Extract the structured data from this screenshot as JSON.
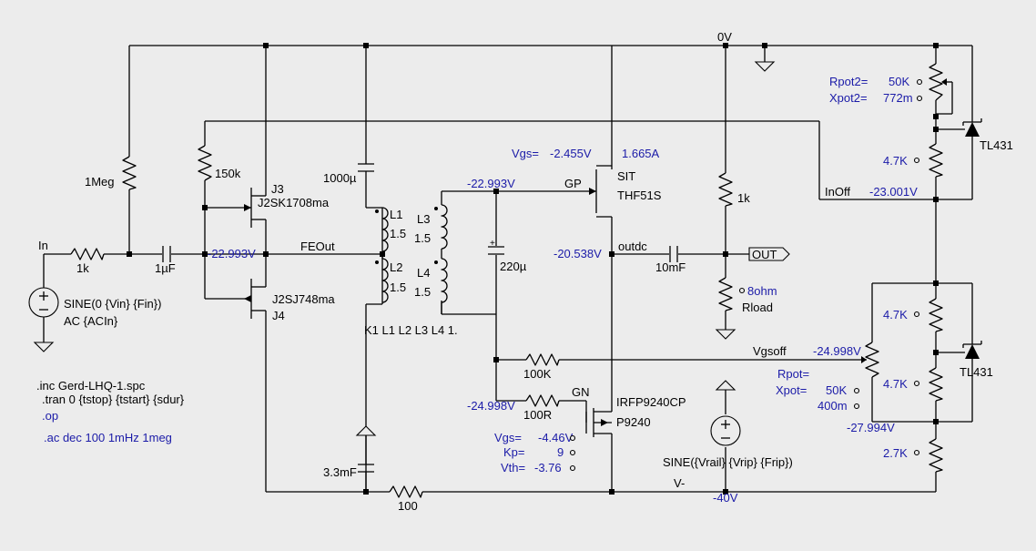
{
  "rails": {
    "top": "0V",
    "bottom": "-40V",
    "bottom_net": "V-"
  },
  "sources": {
    "input": {
      "net": "In",
      "wave": "SINE(0 {Vin} {Fin})",
      "ac": "AC {ACIn}"
    },
    "ripple": {
      "wave": "SINE({Vrail} {Vrip} {Frip})"
    }
  },
  "passives": {
    "r_1meg": "1Meg",
    "r_150k": "150k",
    "r_1k_in": "1k",
    "c_1u": "1µF",
    "c_1000u": "1000µ",
    "c_220u": "220µ",
    "r_1k_out": "1k",
    "c_10mF": "10mF",
    "r_load_name": "Rload",
    "r_load_val": "8ohm",
    "r_100k": "100K",
    "r_100r": "100R",
    "c_3m3": "3.3mF",
    "r_100": "100",
    "r_2k7": "2.7K",
    "r_4k7_a": "4.7K",
    "r_4k7_b": "4.7K",
    "r_4k7_c": "4.7K"
  },
  "transistors": {
    "j3": {
      "name": "J3",
      "model": "J2SK1708ma"
    },
    "j4": {
      "name": "J4",
      "model": "J2SJ748ma"
    },
    "sit": {
      "name": "SIT",
      "model": "THF51S",
      "current": "1.665A",
      "vgs_label": "Vgs=",
      "vgs_value": "-2.455V"
    },
    "pmos": {
      "name": "P9240",
      "model": "IRFP9240CP"
    },
    "pmos_params": [
      {
        "label": "Vgs=",
        "value": "-4.46V"
      },
      {
        "label": "Kp=",
        "value": "9"
      },
      {
        "label": "Vth=",
        "value": "-3.76"
      }
    ]
  },
  "inductors": {
    "l1": "L1",
    "l2": "L2",
    "l3": "L3",
    "l4": "L4",
    "v1": "1.5",
    "v2": "1.5",
    "v3": "1.5",
    "v4": "1.5",
    "coupling": "K1 L1 L2 L3 L4 1."
  },
  "regulators": {
    "u1": "TL431",
    "u2": "TL431"
  },
  "pots": {
    "top": [
      {
        "label": "Rpot2=",
        "value": "50K"
      },
      {
        "label": "Xpot2=",
        "value": "772m"
      }
    ],
    "bottom": [
      {
        "label": "Rpot=",
        "value": "50K"
      },
      {
        "label": "Xpot=",
        "value": "400m"
      }
    ]
  },
  "nets": {
    "fe_out": "FEOut",
    "gp": "GP",
    "gn": "GN",
    "outdc": "outdc",
    "out": "OUT",
    "vgsoff": "Vgsoff",
    "inoff": "InOff"
  },
  "voltages": {
    "v_fe": "-22.993V",
    "v_gp": "-22.993V",
    "v_outdc": "-20.538V",
    "v_gn": "-24.998V",
    "v_vgsoff": "-24.998V",
    "v_inoff": "-23.001V",
    "v_ref": "-27.994V"
  },
  "directives": [
    {
      "text": ".inc Gerd-LHQ-1.spc",
      "color": "#000000"
    },
    {
      "text": ".tran 0 {tstop} {tstart} {sdur}",
      "color": "#000000"
    },
    {
      "text": ".op",
      "color": "#1b1ba8"
    },
    {
      "text": ".ac dec 100 1mHz 1meg",
      "color": "#1b1ba8"
    }
  ],
  "colors": {
    "background": "#ececec",
    "wire": "#000000",
    "annotation": "#1b1ba8"
  }
}
